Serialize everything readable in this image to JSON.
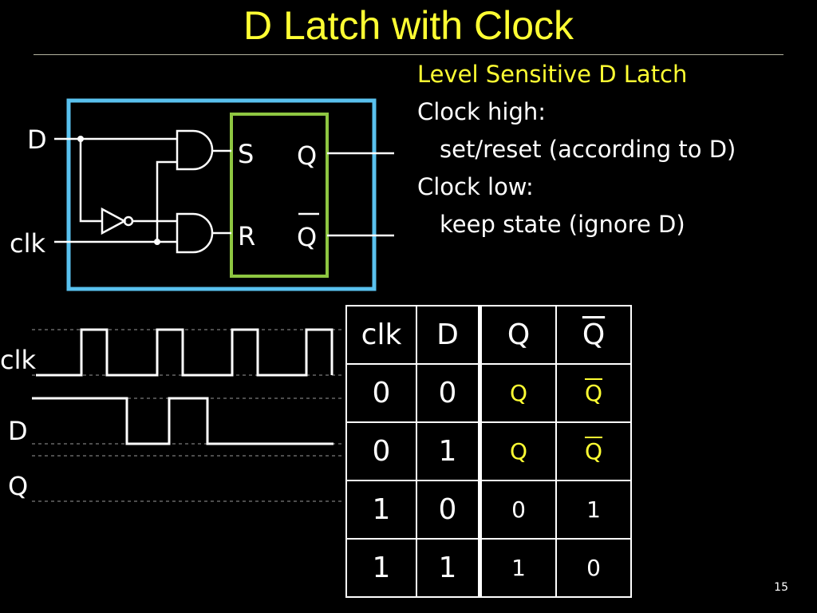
{
  "title": "D Latch with Clock",
  "notes": {
    "line1": "Level Sensitive D Latch",
    "line2": "Clock high:",
    "line3": "set/reset (according to D)",
    "line4": "Clock low:",
    "line5": "keep state (ignore D)"
  },
  "circuit": {
    "input_d": "D",
    "input_clk": "clk",
    "sr_s": "S",
    "sr_r": "R",
    "sr_q": "Q",
    "sr_qbar": "Q"
  },
  "timing": {
    "clk_label": "clk",
    "d_label": "D",
    "q_label": "Q"
  },
  "truth_table": {
    "headers": [
      "clk",
      "D",
      "Q",
      "Q"
    ],
    "rows": [
      [
        "0",
        "0",
        "Q",
        "Q"
      ],
      [
        "0",
        "1",
        "Q",
        "Q"
      ],
      [
        "1",
        "0",
        "0",
        "1"
      ],
      [
        "1",
        "1",
        "1",
        "0"
      ]
    ]
  },
  "page_number": "15",
  "colors": {
    "title": "#ffff33",
    "latch_box": "#59c1ee",
    "sr_box": "#8ec641"
  }
}
